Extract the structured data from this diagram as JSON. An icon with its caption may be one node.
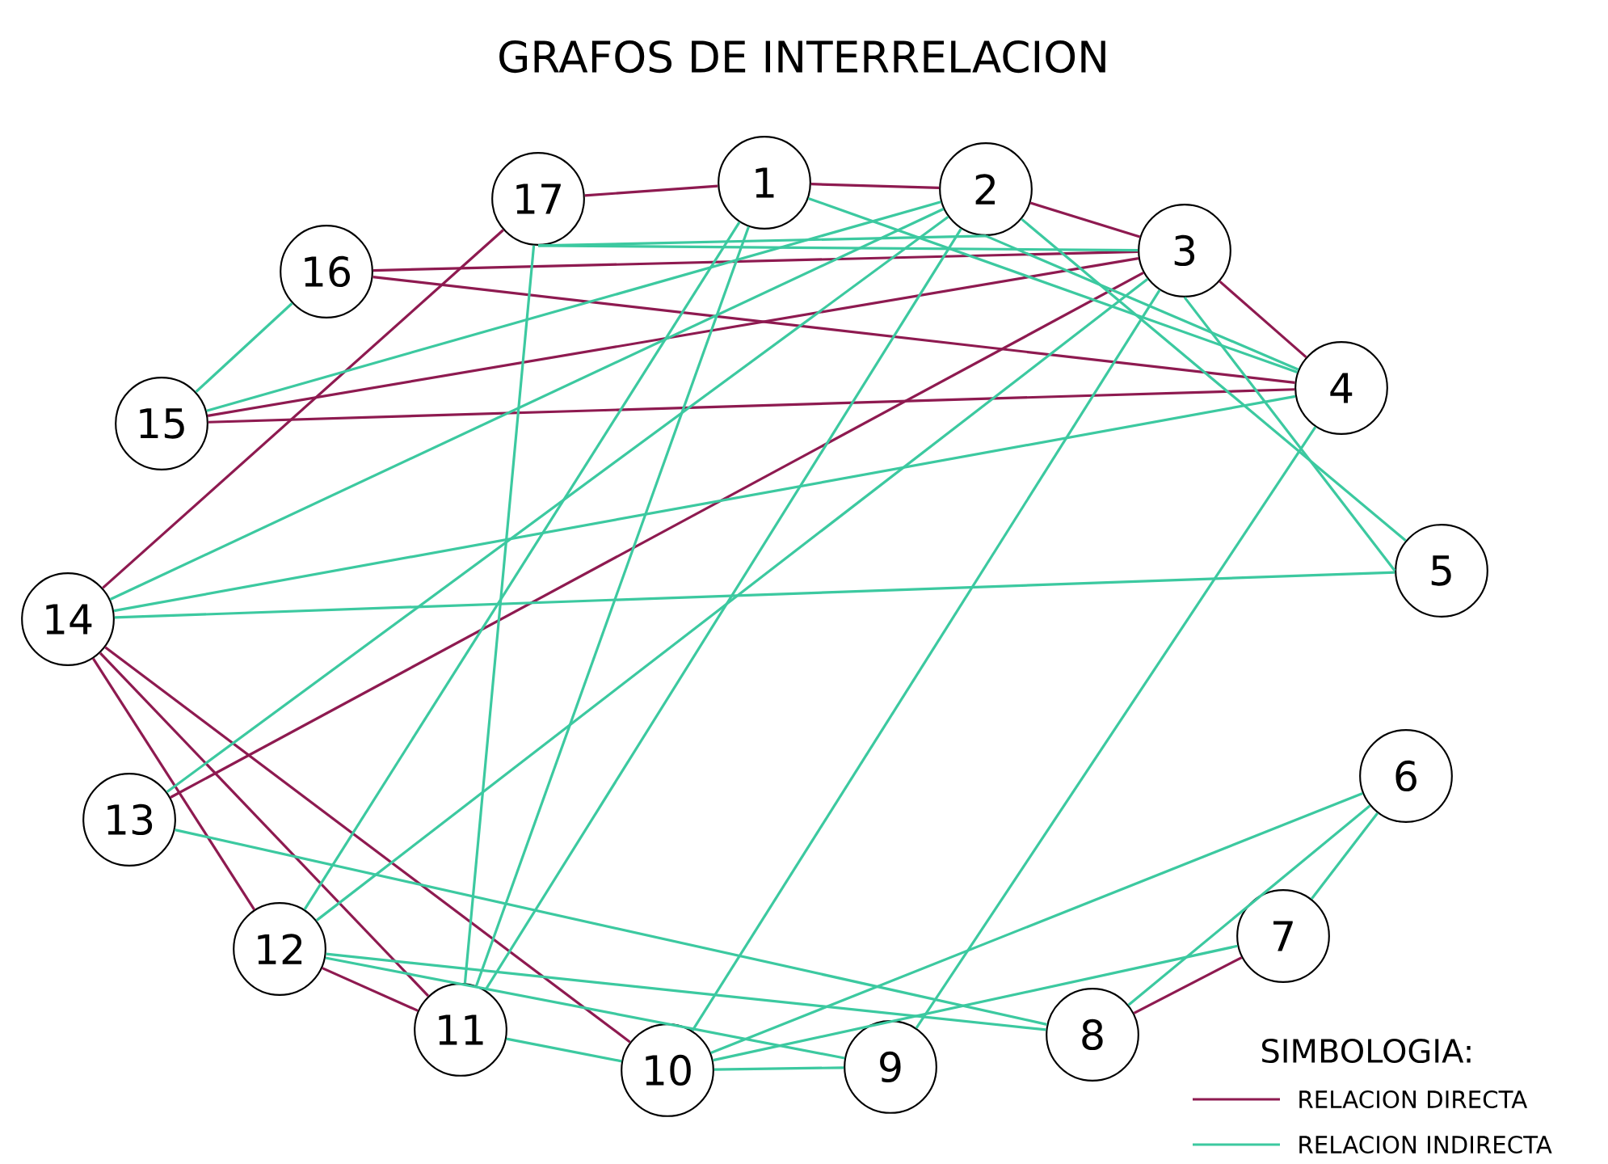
{
  "diagram": {
    "title": "GRAFOS DE INTERRELACION",
    "nodes": [
      {
        "text": [
          "1"
        ]
      },
      {
        "text": [
          "2"
        ]
      },
      {
        "text": [
          "3"
        ]
      },
      {
        "text": [
          "4"
        ]
      },
      {
        "text": [
          "5"
        ]
      },
      {
        "text": [
          "6"
        ]
      },
      {
        "text": [
          "7"
        ]
      },
      {
        "text": [
          "8"
        ]
      },
      {
        "text": [
          "9"
        ]
      },
      {
        "text": [
          "10"
        ]
      },
      {
        "text": [
          "11"
        ]
      },
      {
        "text": [
          "12"
        ]
      },
      {
        "text": [
          "13"
        ]
      },
      {
        "text": [
          "14"
        ]
      },
      {
        "text": [
          "15"
        ]
      },
      {
        "text": [
          "16"
        ]
      },
      {
        "text": [
          "17"
        ]
      }
    ],
    "edges": [
      {
        "from": 16,
        "to": 0,
        "arrow": "none",
        "color": "#8e1a50"
      },
      {
        "from": 0,
        "to": 1,
        "arrow": "none",
        "color": "#8e1a50"
      },
      {
        "from": 1,
        "to": 2,
        "arrow": "none",
        "color": "#8e1a50"
      },
      {
        "from": 2,
        "to": 3,
        "arrow": "none",
        "color": "#8e1a50"
      },
      {
        "from": 6,
        "to": 7,
        "arrow": "none",
        "color": "#8e1a50"
      },
      {
        "from": 11,
        "to": 10,
        "arrow": "none",
        "color": "#8e1a50"
      },
      {
        "from": 15,
        "to": 2,
        "arrow": "none",
        "color": "#8e1a50"
      },
      {
        "from": 15,
        "to": 3,
        "arrow": "none",
        "color": "#8e1a50"
      },
      {
        "from": 14,
        "to": 2,
        "arrow": "none",
        "color": "#8e1a50"
      },
      {
        "from": 14,
        "to": 3,
        "arrow": "none",
        "color": "#8e1a50"
      },
      {
        "from": 16,
        "to": 13,
        "arrow": "none",
        "color": "#8e1a50"
      },
      {
        "from": 13,
        "to": 11,
        "arrow": "none",
        "color": "#8e1a50"
      },
      {
        "from": 13,
        "to": 10,
        "arrow": "none",
        "color": "#8e1a50"
      },
      {
        "from": 13,
        "to": 9,
        "arrow": "none",
        "color": "#8e1a50"
      },
      {
        "from": 12,
        "to": 2,
        "arrow": "none",
        "color": "#8e1a50"
      },
      {
        "from": 14,
        "to": 15,
        "arrow": "none"
      },
      {
        "from": 16,
        "to": 1,
        "arrow": "none"
      },
      {
        "from": 16,
        "to": 2,
        "arrow": "none"
      },
      {
        "from": 16,
        "to": 10,
        "arrow": "none"
      },
      {
        "from": 0,
        "to": 3,
        "arrow": "none"
      },
      {
        "from": 0,
        "to": 11,
        "arrow": "none"
      },
      {
        "from": 0,
        "to": 10,
        "arrow": "none"
      },
      {
        "from": 1,
        "to": 13,
        "arrow": "none"
      },
      {
        "from": 1,
        "to": 14,
        "arrow": "none"
      },
      {
        "from": 1,
        "to": 3,
        "arrow": "none"
      },
      {
        "from": 1,
        "to": 4,
        "arrow": "none"
      },
      {
        "from": 1,
        "to": 10,
        "arrow": "none"
      },
      {
        "from": 1,
        "to": 12,
        "arrow": "none"
      },
      {
        "from": 2,
        "to": 4,
        "arrow": "none"
      },
      {
        "from": 2,
        "to": 9,
        "arrow": "none"
      },
      {
        "from": 2,
        "to": 11,
        "arrow": "none"
      },
      {
        "from": 3,
        "to": 13,
        "arrow": "none"
      },
      {
        "from": 3,
        "to": 8,
        "arrow": "none"
      },
      {
        "from": 4,
        "to": 13,
        "arrow": "none"
      },
      {
        "from": 5,
        "to": 9,
        "arrow": "none"
      },
      {
        "from": 5,
        "to": 7,
        "arrow": "none"
      },
      {
        "from": 5,
        "to": 6,
        "arrow": "none"
      },
      {
        "from": 6,
        "to": 9,
        "arrow": "none"
      },
      {
        "from": 12,
        "to": 7,
        "arrow": "none"
      },
      {
        "from": 11,
        "to": 8,
        "arrow": "none"
      },
      {
        "from": 11,
        "to": 7,
        "arrow": "none"
      },
      {
        "from": 9,
        "to": 8,
        "arrow": "none"
      },
      {
        "from": 10,
        "to": 9,
        "arrow": "none"
      }
    ],
    "labels": [
      "SIMBOLOGIA:"
    ],
    "legend": [
      {
        "text": "RELACION DIRECTA"
      },
      {
        "text": "RELACION INDIRECTA"
      }
    ]
  }
}
